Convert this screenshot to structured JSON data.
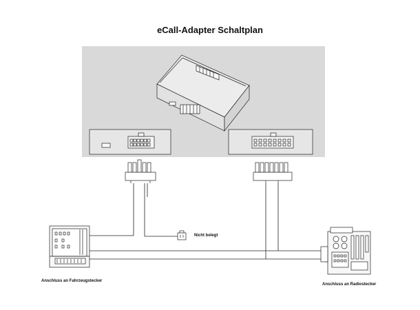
{
  "title": "eCall-Adapter Schaltplan",
  "labels": {
    "not_connected": "Nicht belegt",
    "vehicle_connector": "Anschluss an Fahrzeugstecker",
    "radio_connector": "Anschluss an Radiostecker"
  },
  "colors": {
    "panel_background": "#d9d9d9",
    "line": "#222222",
    "fill_light": "#f2f2f2"
  }
}
